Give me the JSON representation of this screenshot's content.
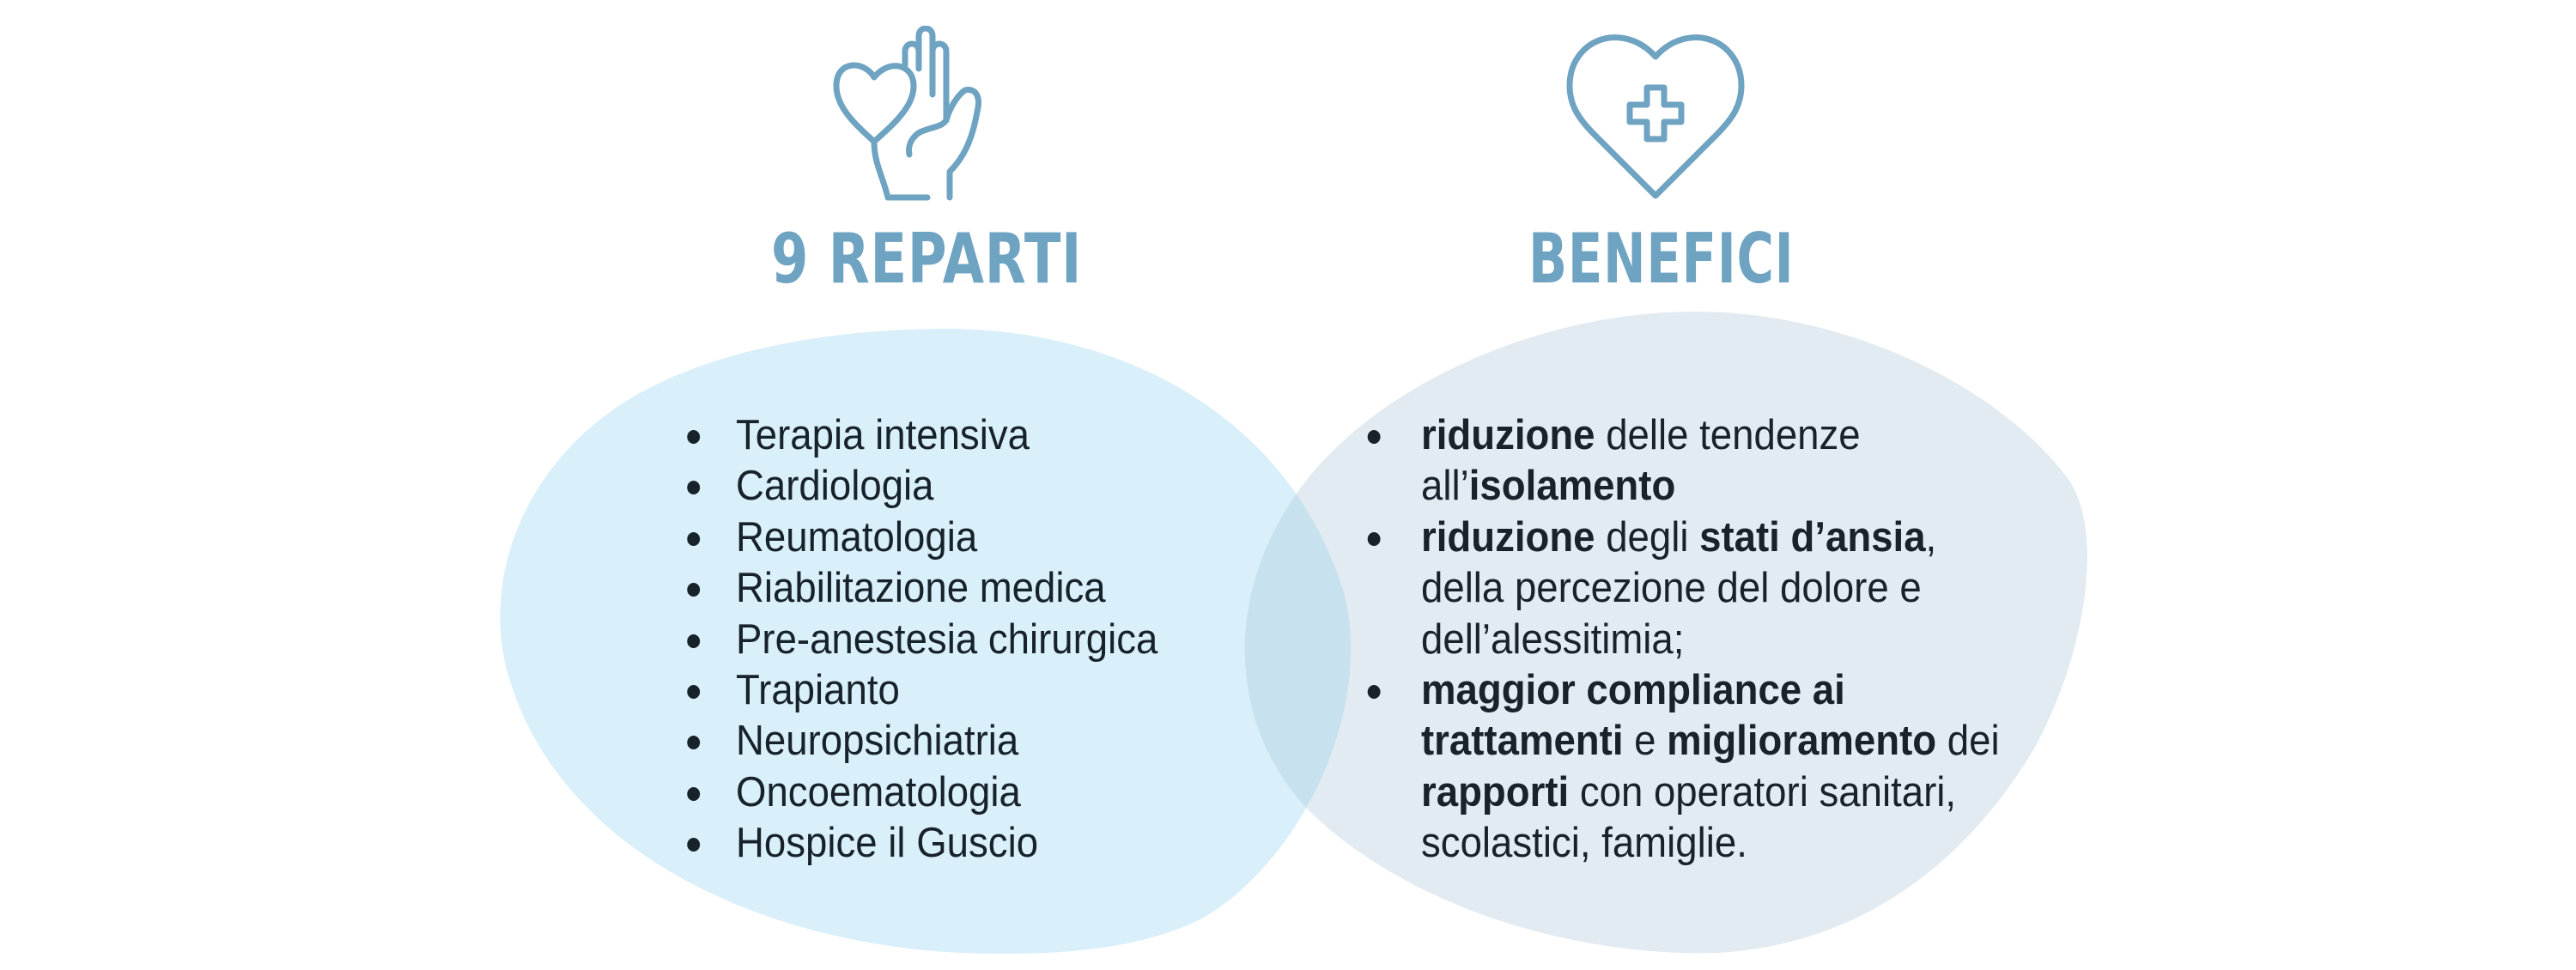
{
  "colors": {
    "accent": "#6fa3c2",
    "text": "#17222b",
    "blob_left": "#d9eff9",
    "blob_right": "#e2ebf1",
    "blob_overlap": "#c7e2ee",
    "background": "#ffffff"
  },
  "left_column": {
    "icon": "hand-heart-icon",
    "heading": "9 REPARTI",
    "items": [
      "Terapia intensiva",
      "Cardiologia",
      "Reumatologia",
      "Riabilitazione medica",
      "Pre-anestesia chirurgica",
      "Trapianto",
      "Neuropsichiatria",
      "Oncoematologia",
      "Hospice il Guscio"
    ]
  },
  "right_column": {
    "icon": "heart-cross-icon",
    "heading": "BENEFICI",
    "items": [
      {
        "lines": [
          [
            {
              "text": "riduzione",
              "bold": true
            },
            {
              "text": " delle tendenze",
              "bold": false
            }
          ],
          [
            {
              "text": "all’",
              "bold": false
            },
            {
              "text": "isolamento",
              "bold": true
            }
          ]
        ]
      },
      {
        "lines": [
          [
            {
              "text": "riduzione",
              "bold": true
            },
            {
              "text": " degli ",
              "bold": false
            },
            {
              "text": "stati d’ansia",
              "bold": true
            },
            {
              "text": ",",
              "bold": false
            }
          ],
          [
            {
              "text": "della percezione del dolore e",
              "bold": false
            }
          ],
          [
            {
              "text": "dell’alessitimia;",
              "bold": false
            }
          ]
        ]
      },
      {
        "lines": [
          [
            {
              "text": "maggior compliance ai",
              "bold": true
            }
          ],
          [
            {
              "text": "trattamenti",
              "bold": true
            },
            {
              "text": " e ",
              "bold": false
            },
            {
              "text": "miglioramento",
              "bold": true
            },
            {
              "text": " dei",
              "bold": false
            }
          ],
          [
            {
              "text": "rapporti",
              "bold": true
            },
            {
              "text": " con operatori sanitari,",
              "bold": false
            }
          ],
          [
            {
              "text": "scolastici, famiglie.",
              "bold": false
            }
          ]
        ]
      }
    ]
  }
}
